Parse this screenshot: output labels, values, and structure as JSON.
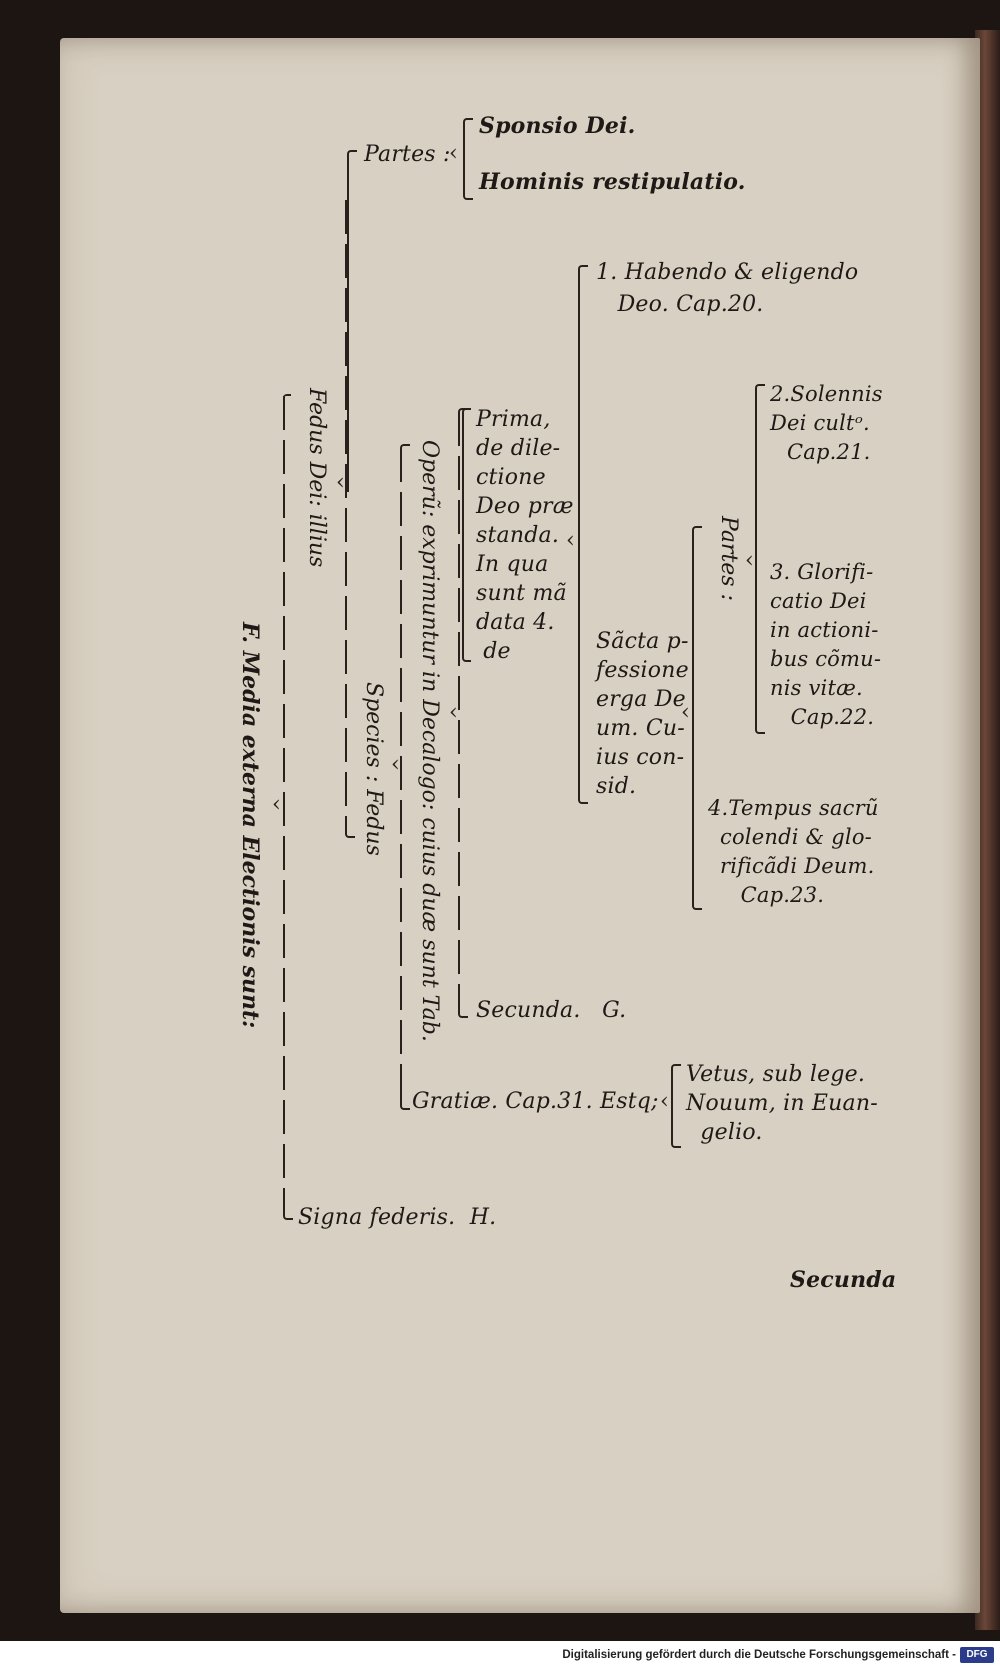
{
  "footer": {
    "text": "Digitalisierung gefördert durch die Deutsche Forschungsgemeinschaft -",
    "logo": "DFG"
  },
  "partes_top": {
    "label": "Partes :",
    "items": [
      "Sponsio Dei.",
      "Hominis restipulatio."
    ]
  },
  "vertical": {
    "media": "F. Media externa Electionis sunt:",
    "fedus": "Fedus Dei: illius",
    "species": "Species : Fedus",
    "operu": "Operũ: exprimuntur in Decalogo: cuius duæ sunt Tab.",
    "partes2": "Partes :"
  },
  "prima": [
    "Prima,",
    "de dile-",
    "ctione",
    "Deo præ",
    "standa.",
    "In qua",
    "sunt mã",
    "data 4.",
    " de"
  ],
  "habendo": [
    "1. Habendo & eligendo",
    "   Deo. Cap.20."
  ],
  "sacta": [
    "Sãcta p-",
    "fessione",
    "erga De",
    "um. Cu-",
    "ius con-",
    "sid."
  ],
  "solennis": [
    "2.Solennis",
    "Dei cultᵒ.",
    "Cap.21."
  ],
  "glorifi": [
    "3. Glorifi-",
    "catio Dei",
    "in actioni-",
    "bus cõmu-",
    "nis vitæ.",
    "   Cap.22."
  ],
  "tempus": [
    "4.Tempus sacrũ",
    "colendi & glo-",
    "rificãdi Deum.",
    "   Cap.23."
  ],
  "secunda": "Secunda.   G.",
  "gratiae": "Gratiæ. Cap.31. Estq;",
  "vetus": [
    "Vetus, sub lege.",
    "Nouum, in Euan-",
    "  gelio."
  ],
  "signa": "Signa federis.  H.",
  "catchword": "Secunda"
}
